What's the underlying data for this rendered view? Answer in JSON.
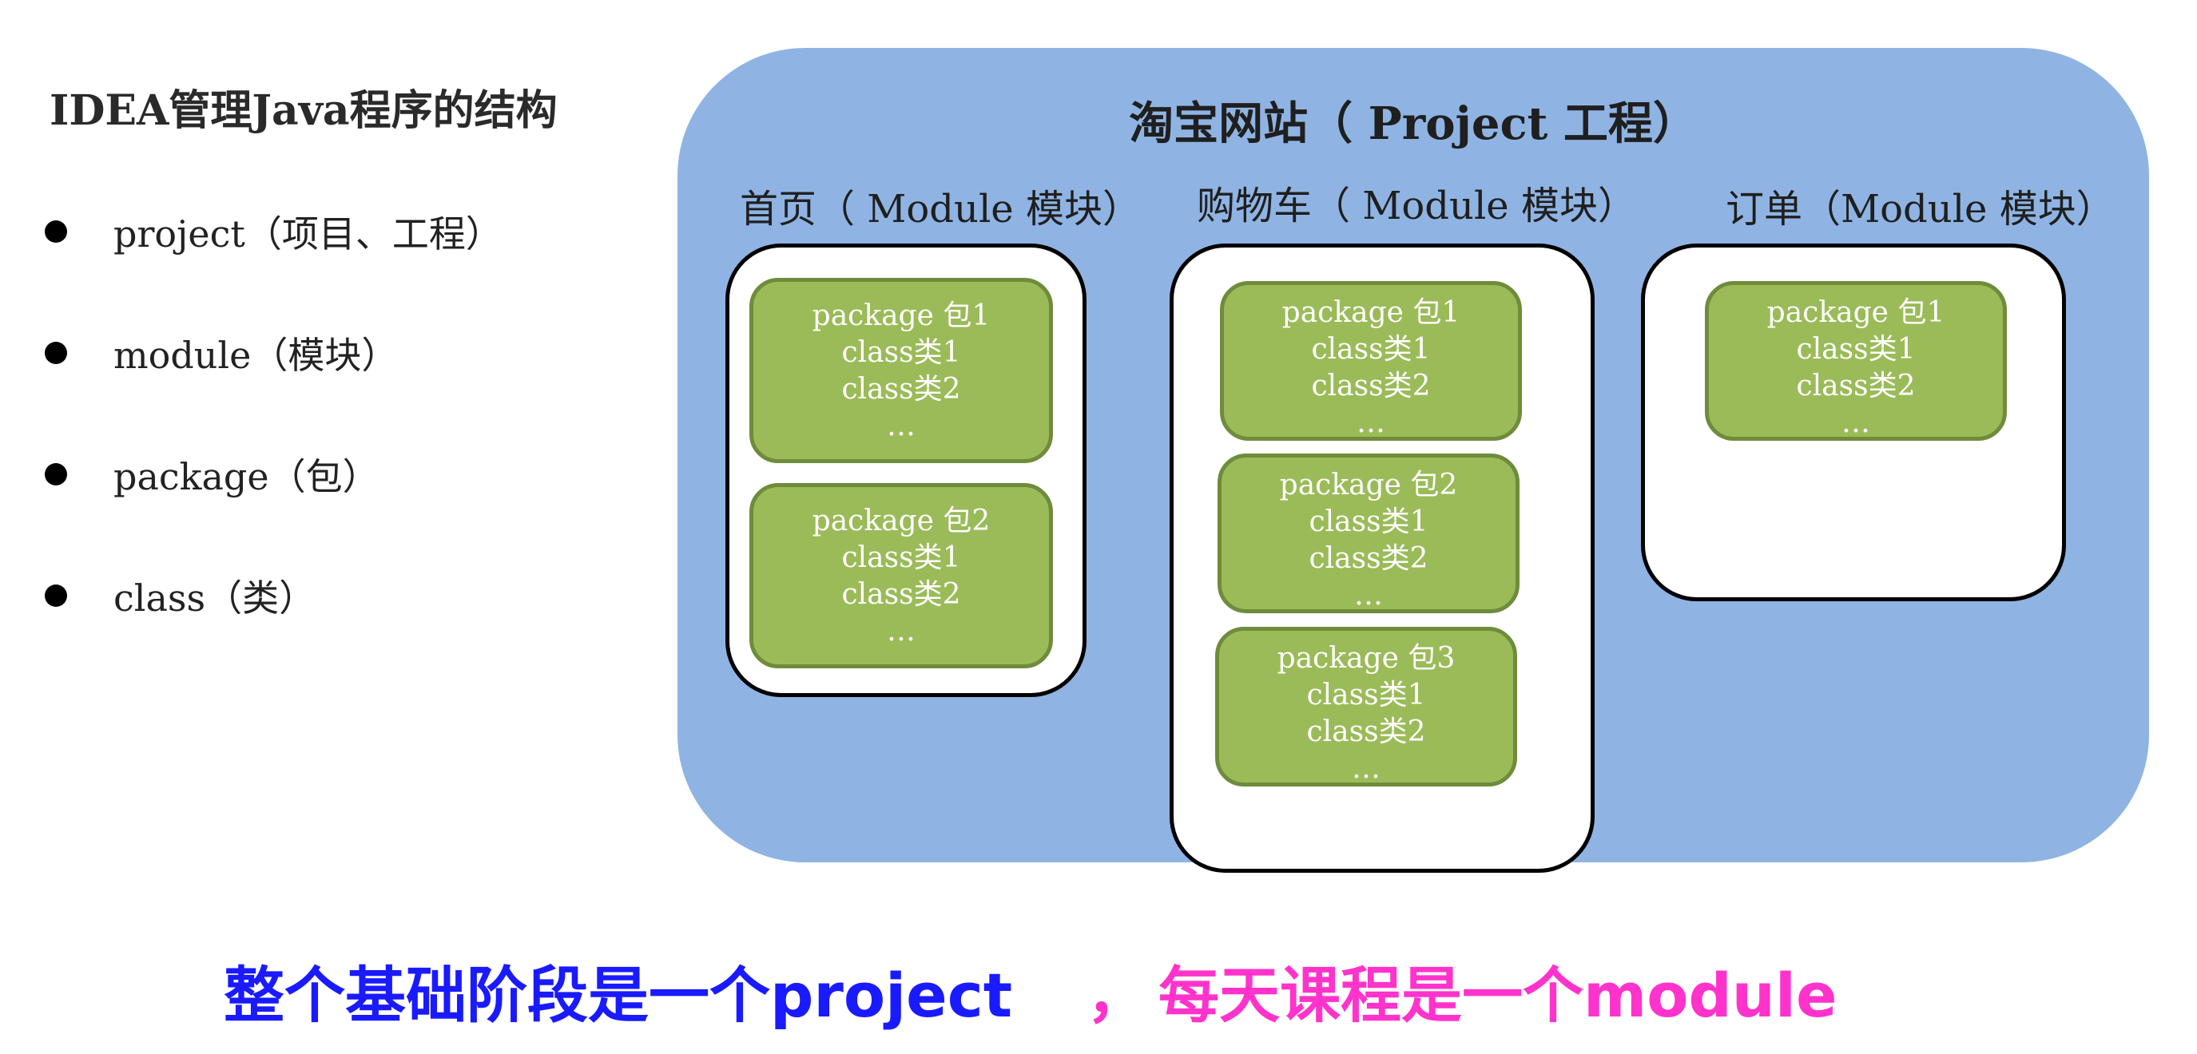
{
  "heading": "IDEA管理Java程序的结构",
  "bullets": [
    {
      "text": "project（项目、工程）"
    },
    {
      "text": "module（模块）"
    },
    {
      "text": "package（包）"
    },
    {
      "text": "class（类）"
    }
  ],
  "project": {
    "title": "淘宝网站（ Project 工程）",
    "color": "#8fb4e3",
    "modules": [
      {
        "title": "首页（ Module 模块）",
        "packages": [
          {
            "name": "package 包1",
            "lines": [
              "class类1",
              "class类2",
              "…"
            ]
          },
          {
            "name": "package 包2",
            "lines": [
              "class类1",
              "class类2",
              "…"
            ]
          }
        ]
      },
      {
        "title": "购物车（ Module 模块）",
        "packages": [
          {
            "name": "package 包1",
            "lines": [
              "class类1",
              "class类2",
              "…"
            ]
          },
          {
            "name": "package 包2",
            "lines": [
              "class类1",
              "class类2",
              "…"
            ]
          },
          {
            "name": "package 包3",
            "lines": [
              "class类1",
              "class类2",
              "…"
            ]
          }
        ]
      },
      {
        "title": "订单（Module 模块）",
        "packages": [
          {
            "name": "package 包1",
            "lines": [
              "class类1",
              "class类2",
              "…"
            ]
          }
        ]
      }
    ]
  },
  "footer": {
    "part1": "整个基础阶段是一个project",
    "part1_color": "#1a1aff",
    "separator": "，",
    "part2": "每天课程是一个module",
    "part2_color": "#ff33cc"
  },
  "colors": {
    "package_fill": "#9bbb59",
    "package_border": "#6e8c3b"
  }
}
